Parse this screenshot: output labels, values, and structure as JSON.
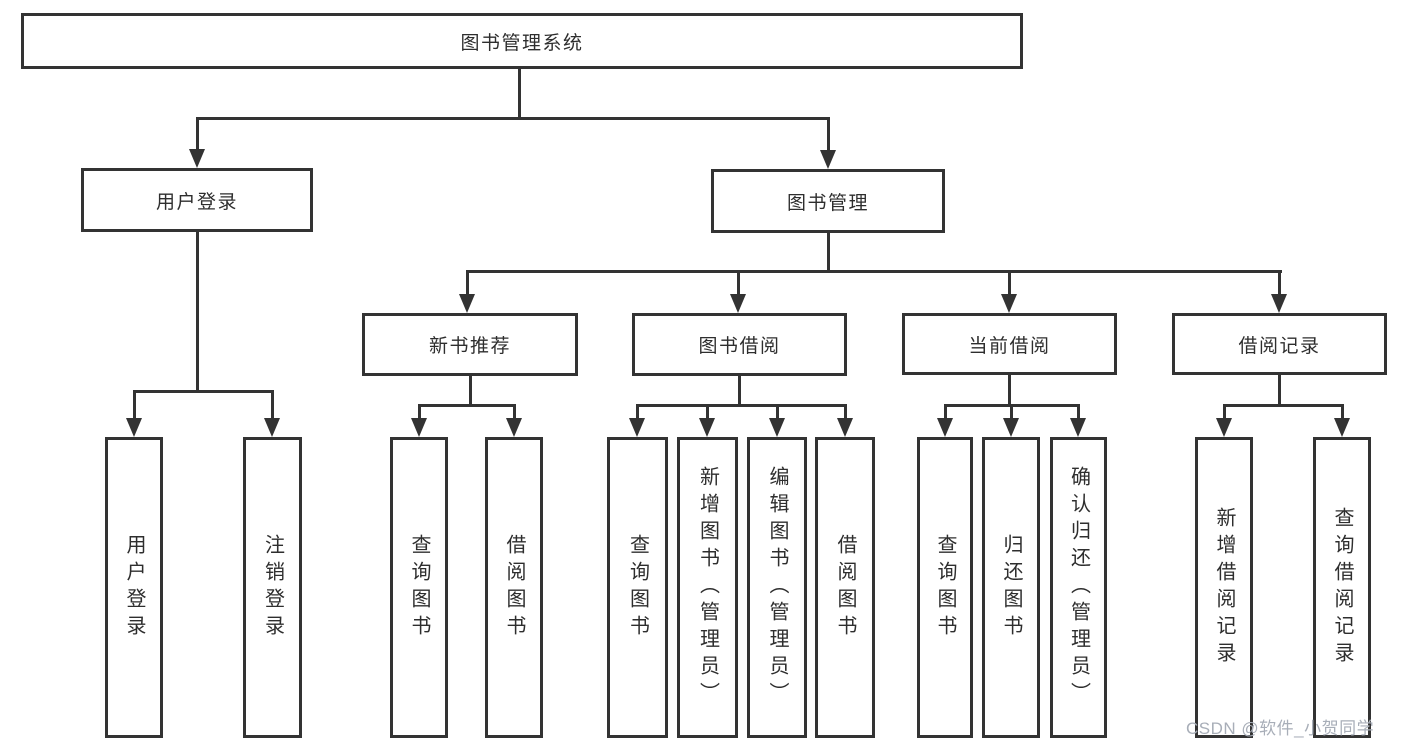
{
  "watermark": "CSDN @软件_小贺同学",
  "colors": {
    "line": "#333333",
    "text": "#2e2e2e",
    "background": "#ffffff",
    "watermark": "#a8aeb8"
  },
  "tree": {
    "label": "图书管理系统",
    "children": [
      {
        "label": "用户登录",
        "children": [
          {
            "label": "用户登录"
          },
          {
            "label": "注销登录"
          }
        ]
      },
      {
        "label": "图书管理",
        "children": [
          {
            "label": "新书推荐",
            "children": [
              {
                "label": "查询图书"
              },
              {
                "label": "借阅图书"
              }
            ]
          },
          {
            "label": "图书借阅",
            "children": [
              {
                "label": "查询图书"
              },
              {
                "label": "新增图书（管理员）"
              },
              {
                "label": "编辑图书（管理员）"
              },
              {
                "label": "借阅图书"
              }
            ]
          },
          {
            "label": "当前借阅",
            "children": [
              {
                "label": "查询图书"
              },
              {
                "label": "归还图书"
              },
              {
                "label": "确认归还（管理员）"
              }
            ]
          },
          {
            "label": "借阅记录",
            "children": [
              {
                "label": "新增借阅记录"
              },
              {
                "label": "查询借阅记录"
              }
            ]
          }
        ]
      }
    ]
  }
}
